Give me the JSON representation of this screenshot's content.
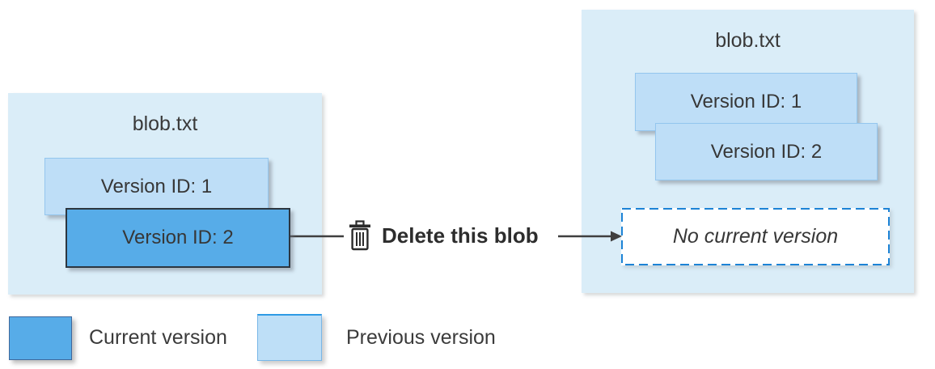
{
  "before": {
    "title": "blob.txt",
    "versions": [
      {
        "label": "Version ID: 1",
        "state": "previous"
      },
      {
        "label": "Version ID: 2",
        "state": "current"
      }
    ]
  },
  "action": {
    "icon": "trash-icon",
    "label": "Delete this blob"
  },
  "after": {
    "title": "blob.txt",
    "versions": [
      {
        "label": "Version ID: 1",
        "state": "previous"
      },
      {
        "label": "Version ID: 2",
        "state": "previous"
      }
    ],
    "placeholder": "No current version"
  },
  "legend": [
    {
      "label": "Current version",
      "color": "#57ace8"
    },
    {
      "label": "Previous version",
      "color": "#bedff7"
    }
  ],
  "colors": {
    "container_fill": "#daedf8",
    "current_fill": "#57ace8",
    "current_border": "#2c3640",
    "previous_fill": "#bedef7",
    "previous_border": "#94c6ee",
    "dashed_border": "#1d83d6",
    "arrow": "#3f3f3f",
    "text": "#3a3a3a"
  }
}
